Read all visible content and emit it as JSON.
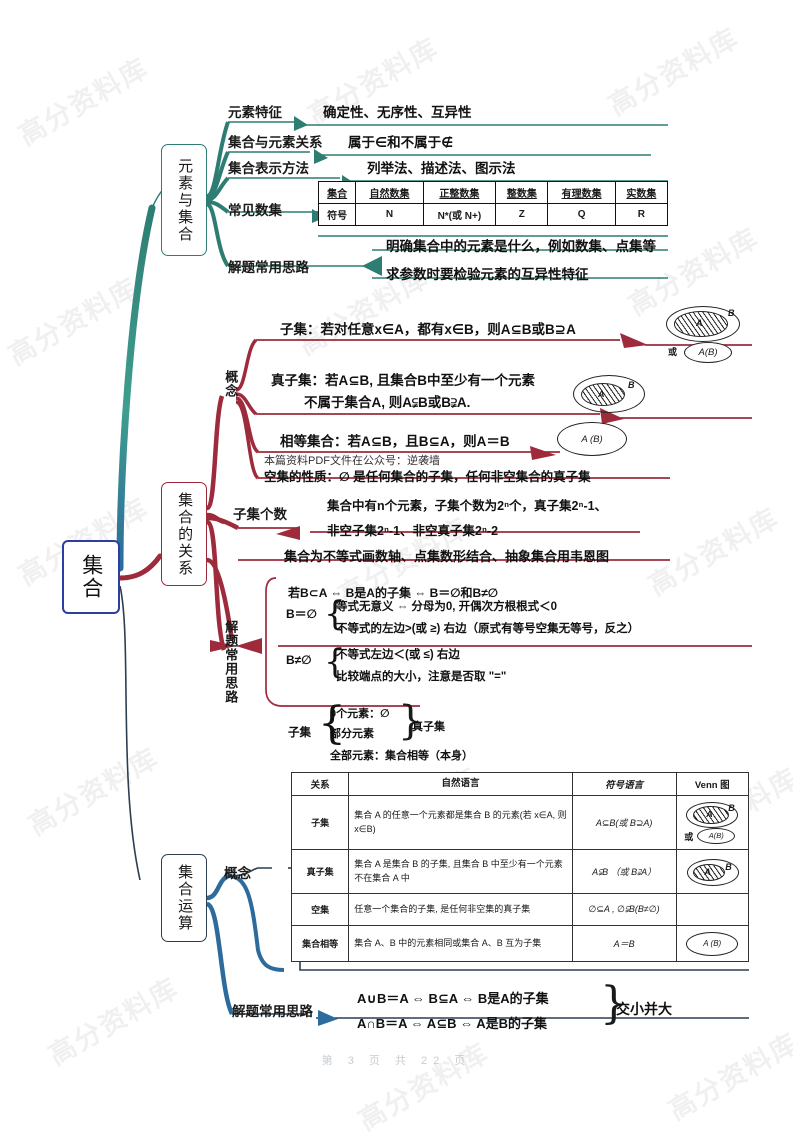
{
  "watermark": "高分资料库",
  "footer": "第 3 页 共 22 页",
  "root": {
    "label": "集合"
  },
  "colors": {
    "root_border": "#2b3fa0",
    "branch_green": "#2e7d72",
    "branch_red": "#9d2b3c",
    "branch_blue": "#2c6b9b"
  },
  "branch1": {
    "title": "元素与集合",
    "items": [
      {
        "label": "元素特征",
        "content": "确定性、无序性、互异性"
      },
      {
        "label": "集合与元素关系",
        "content": "属于∈和不属于∉"
      },
      {
        "label": "集合表示方法",
        "content": "列举法、描述法、图示法"
      },
      {
        "label": "常见数集",
        "content": ""
      },
      {
        "label": "解题常用思路",
        "content": ""
      }
    ],
    "number_sets_table": {
      "row_headers": [
        "集合",
        "符号"
      ],
      "columns": [
        "自然数集",
        "正整数集",
        "整数集",
        "有理数集",
        "实数集"
      ],
      "symbols": [
        "N",
        "N*(或 N+)",
        "Z",
        "Q",
        "R"
      ]
    },
    "solving_lines": [
      "明确集合中的元素是什么，例如数集、点集等",
      "求参数时要检验元素的互异性特征"
    ]
  },
  "branch2": {
    "title": "集合的关系",
    "concept_label": "概念",
    "concept_lines": [
      "子集：若对任意x∈A，都有x∈B，则A⊆B或B⊇A",
      "真子集：若A⊆B, 且集合B中至少有一个元素",
      "不属于集合A, 则A⫋B或B⫌A.",
      "相等集合：若A⊆B，且B⊆A，则A＝B",
      "空集的性质：∅ 是任何集合的子集，任何非空集合的真子集"
    ],
    "pdf_note": "本篇资料PDF文件在公众号：逆袭墙",
    "venn_captions": {
      "subset_alt": "或",
      "subset_alt_label": "A(B)",
      "equal_label": "A (B)",
      "outer_label": "B",
      "inner_label": "A"
    },
    "count_label": "子集个数",
    "count_lines": [
      "集合中有n个元素，子集个数为2ⁿ个，真子集2ⁿ-1、",
      "非空子集2ⁿ-1、非空真子集2ⁿ-2"
    ],
    "graph_line": "集合为不等式画数轴、点集数形结合、抽象集合用韦恩图",
    "solving_label": "解题常用思路",
    "solving": {
      "head": "若B⊂A ⇔ B是A的子集 ⇔ B＝∅和B≠∅",
      "case_empty_label": "B＝∅",
      "case_empty_lines": [
        "等式无意义 ⇔ 分母为0, 开偶次方根根式＜0",
        "不等式的左边>(或 ≥) 右边（原式有等号空集无等号，反之）"
      ],
      "case_nonempty_label": "B≠∅",
      "case_nonempty_lines": [
        "不等式左边＜(或 ≤) 右边",
        "比较端点的大小，注意是否取 \"=\""
      ]
    },
    "subset_tree": {
      "label": "子集",
      "items": [
        "0个元素：∅",
        "部分元素",
        "全部元素：集合相等（本身）"
      ],
      "side_label": "真子集"
    }
  },
  "branch3": {
    "title": "集合运算",
    "concept_label": "概念",
    "table": {
      "headers": [
        "关系",
        "自然语言",
        "符号语言",
        "Venn 图"
      ],
      "rows": [
        {
          "relation": "子集",
          "natural": "集合 A 的任意一个元素都是集合 B 的元素(若 x∈A, 则 x∈B)",
          "symbol": "A⊆B(或 B⊇A)",
          "venn": "subset-with-alt"
        },
        {
          "relation": "真子集",
          "natural": "集合 A 是集合 B 的子集, 且集合 B 中至少有一个元素不在集合 A 中",
          "symbol": "A⫋B （或 B⫌A）",
          "venn": "proper-subset"
        },
        {
          "relation": "空集",
          "natural": "任意一个集合的子集, 是任何非空集的真子集",
          "symbol": "∅⊆A , ∅⫋B(B≠∅)",
          "venn": "none"
        },
        {
          "relation": "集合相等",
          "natural": "集合 A、B 中的元素相同或集合 A、B 互为子集",
          "symbol": "A＝B",
          "venn": "equal"
        }
      ]
    },
    "solving_label": "解题常用思路",
    "solving_lines": [
      "A∪B＝A ⇔ B⊆A ⇔ B是A的子集",
      "A∩B＝A ⇔ A⊆B ⇔ A是B的子集"
    ],
    "solving_note": "交小并大"
  }
}
